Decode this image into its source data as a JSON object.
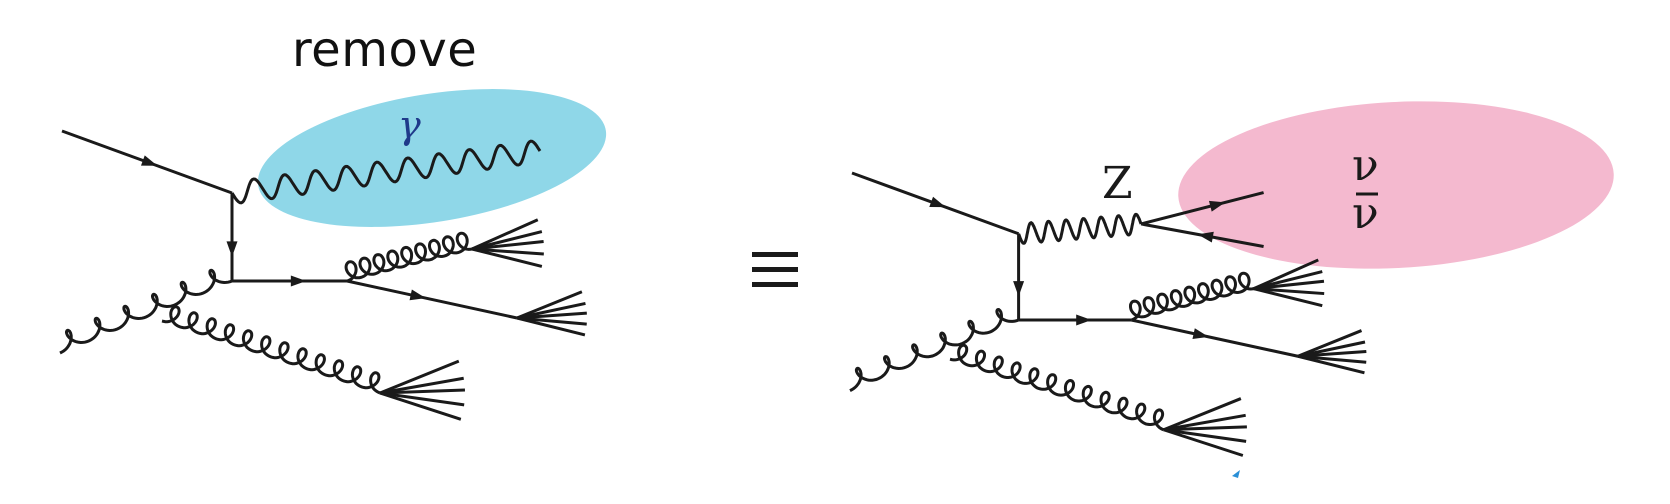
{
  "left_diagram": {
    "remove_label": "remove",
    "photon_symbol": "γ",
    "highlight_color": "#8fd7e8"
  },
  "equivalence_symbol": "≡",
  "right_diagram": {
    "boson_symbol": "Z",
    "neutrino_symbol": "ν",
    "antineutrino_symbol": "ν",
    "highlight_color": "#f4b9cf"
  },
  "colors": {
    "line": "#1a1a1a",
    "photon_label": "#1f3a8a"
  }
}
